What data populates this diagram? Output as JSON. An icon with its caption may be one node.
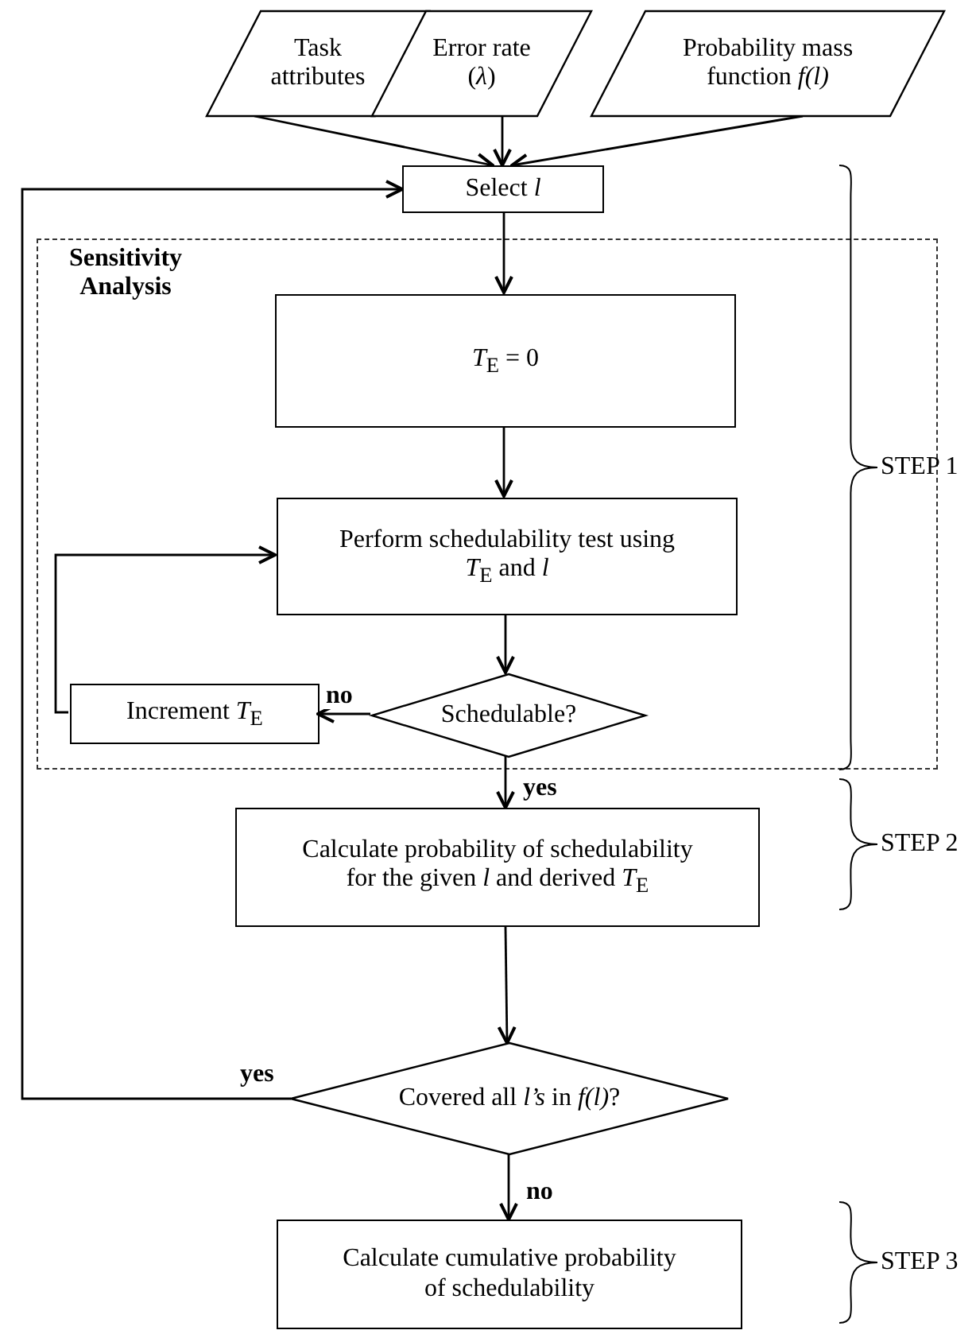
{
  "diagram": {
    "nodes": [
      {
        "text": [
          "Task attributes"
        ]
      },
      {
        "text": [
          "Error rate (*λ*)"
        ]
      },
      {
        "text": [
          "Probability mass function *f(l)*"
        ]
      },
      {
        "text": [
          "Select *l*"
        ]
      },
      {
        "text": [
          "Sensitivity Analysis"
        ]
      },
      {
        "text": [
          "*T*$_{E}$ = 0"
        ],
        "in": 4
      },
      {
        "text": [
          "Perform schedulability test using *T*$_{E}$ and *l*"
        ],
        "in": 4
      },
      {
        "text": [
          "Schedulable?"
        ],
        "in": 4
      },
      {
        "text": [
          "Increment *T*$_{E}$"
        ],
        "in": 4
      },
      {
        "text": [
          "Calculate probability of schedulability for the given *l* and derived *T*$_{E}$"
        ]
      },
      {
        "text": [
          "Covered all *l’s* in *f(l)*?"
        ]
      },
      {
        "text": [
          "Calculate cumulative probability of schedulability"
        ]
      }
    ],
    "edges": [
      {
        "from": 0,
        "to": 3,
        "arrow": "to"
      },
      {
        "from": 1,
        "to": 3,
        "arrow": "to"
      },
      {
        "from": 2,
        "to": 3,
        "arrow": "to"
      },
      {
        "from": 3,
        "to": 5,
        "arrow": "to"
      },
      {
        "from": 5,
        "to": 6,
        "arrow": "to"
      },
      {
        "from": 6,
        "to": 7,
        "arrow": "to"
      },
      {
        "from": 7,
        "to": 8,
        "arrow": "to",
        "label": "no"
      },
      {
        "from": 8,
        "to": 6,
        "arrow": "to"
      },
      {
        "from": 7,
        "to": 9,
        "arrow": "to",
        "label": "yes"
      },
      {
        "from": 9,
        "to": 10,
        "arrow": "to"
      },
      {
        "from": 10,
        "to": 3,
        "arrow": "to",
        "label": "yes"
      },
      {
        "from": 10,
        "to": 11,
        "arrow": "to",
        "label": "no"
      }
    ],
    "labels": [
      "STEP 1",
      "STEP 2",
      "STEP 3"
    ]
  }
}
